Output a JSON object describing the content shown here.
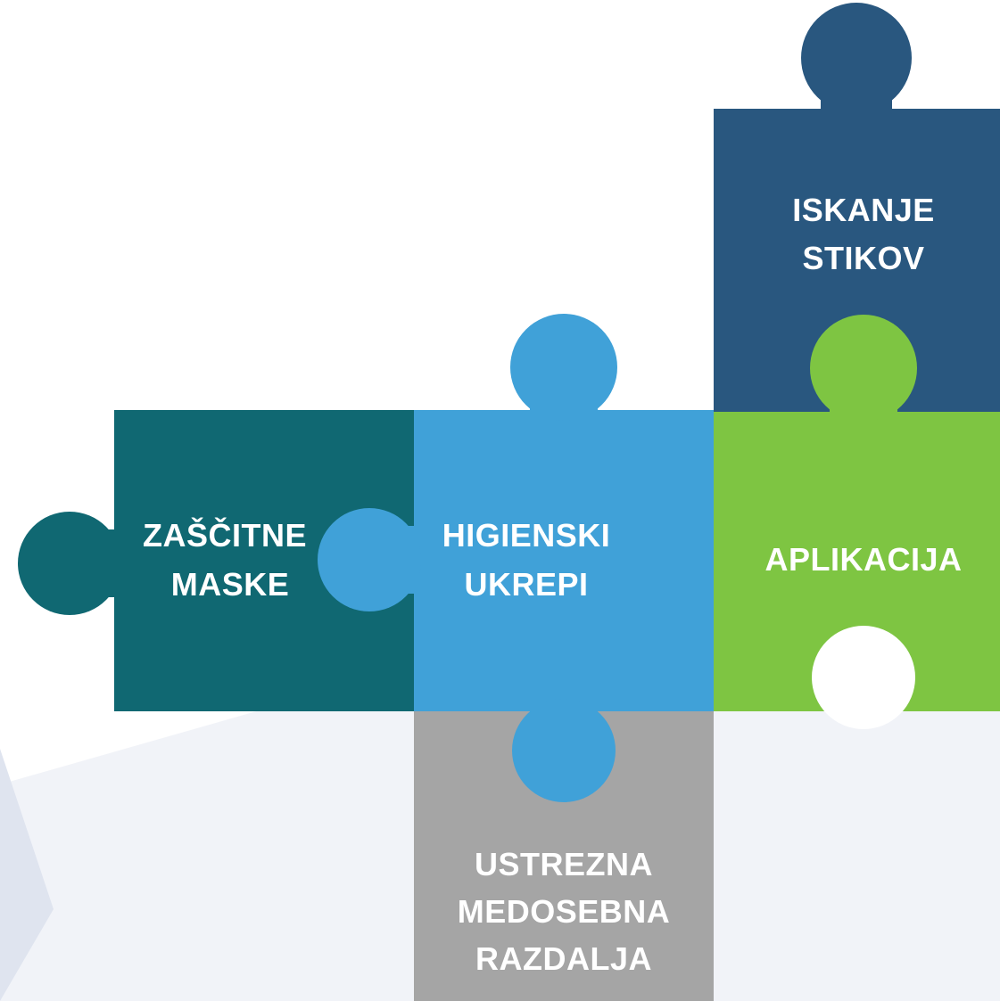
{
  "colors": {
    "background": "#ffffff",
    "watermark": "#eef1f7",
    "teal": "#106872",
    "lightblue": "#40a1d8",
    "green": "#7ec542",
    "navy": "#29577f",
    "gray": "#a5a5a5",
    "text": "#ffffff"
  },
  "pieces": {
    "masks": {
      "lines": [
        "ZAŠČITNE",
        "MASKE"
      ]
    },
    "hygiene": {
      "lines": [
        "HIGIENSKI",
        "UKREPI"
      ]
    },
    "app": {
      "lines": [
        "APLIKACIJA"
      ]
    },
    "contacts": {
      "lines": [
        "ISKANJE",
        "STIKOV"
      ]
    },
    "distance": {
      "lines": [
        "USTREZNA",
        "MEDOSEBNA",
        "RAZDALJA"
      ]
    }
  }
}
